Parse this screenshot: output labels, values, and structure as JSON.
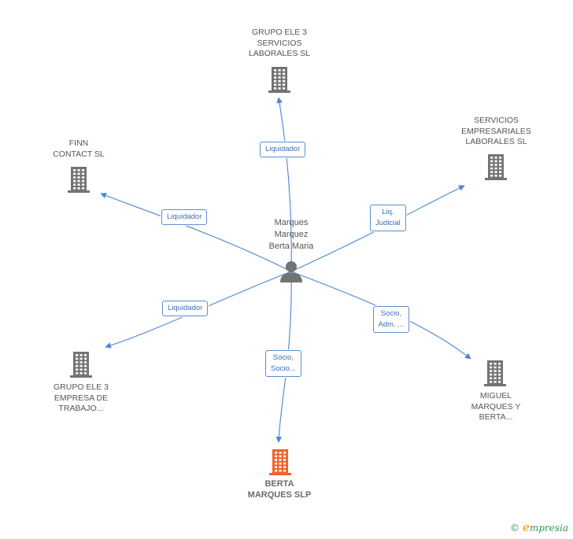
{
  "center": {
    "label": "Marques\nMarquez\nBerta Maria",
    "icon": "person-icon"
  },
  "nodes": [
    {
      "id": "grupo-ele-3-servicios",
      "label": "GRUPO ELE 3\nSERVICIOS\nLABORALES SL",
      "icon": "building-icon",
      "color": "#737373"
    },
    {
      "id": "servicios-empresariales",
      "label": "SERVICIOS\nEMPRESARIALES\nLABORALES SL",
      "icon": "building-icon",
      "color": "#737373"
    },
    {
      "id": "finn-contact",
      "label": "FINN\nCONTACT SL",
      "icon": "building-icon",
      "color": "#737373"
    },
    {
      "id": "grupo-ele-3-empresa",
      "label": "GRUPO ELE 3\nEMPRESA DE\nTRABAJO...",
      "icon": "building-icon",
      "color": "#737373"
    },
    {
      "id": "miguel-marques",
      "label": "MIGUEL\nMARQUES Y\nBERTA...",
      "icon": "building-icon",
      "color": "#737373"
    },
    {
      "id": "berta-marques-slp",
      "label": "BERTA\nMARQUES SLP",
      "icon": "building-icon",
      "color": "#f0632b",
      "highlight": true
    }
  ],
  "edges": [
    {
      "to": "grupo-ele-3-servicios",
      "label": "Liquidador"
    },
    {
      "to": "servicios-empresariales",
      "label": "Liq.\nJudicial"
    },
    {
      "to": "finn-contact",
      "label": "Liquidador"
    },
    {
      "to": "grupo-ele-3-empresa",
      "label": "Liquidador"
    },
    {
      "to": "miguel-marques",
      "label": "Socio,\nAdm. ..."
    },
    {
      "to": "berta-marques-slp",
      "label": "Socio,\nSocio..."
    }
  ],
  "colors": {
    "edge": "#4a86d4",
    "building": "#737373",
    "highlight": "#f0632b",
    "person": "#737373"
  },
  "watermark": {
    "symbol": "©",
    "brand_initial": "e",
    "brand_rest": "mpresia"
  }
}
